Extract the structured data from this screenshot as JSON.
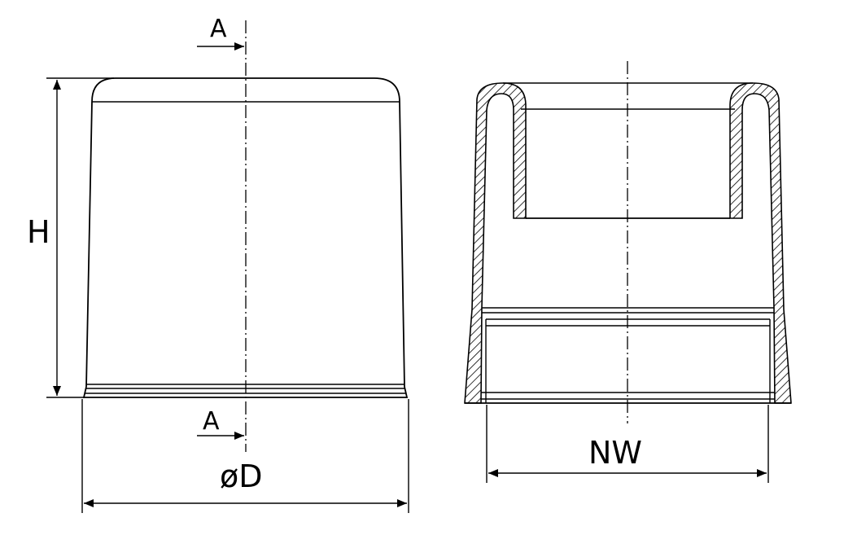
{
  "drawing": {
    "section_marker_top": "A",
    "section_marker_bottom": "A",
    "height_label": "H",
    "diameter_label": "øD",
    "nominal_width_label": "NW"
  }
}
